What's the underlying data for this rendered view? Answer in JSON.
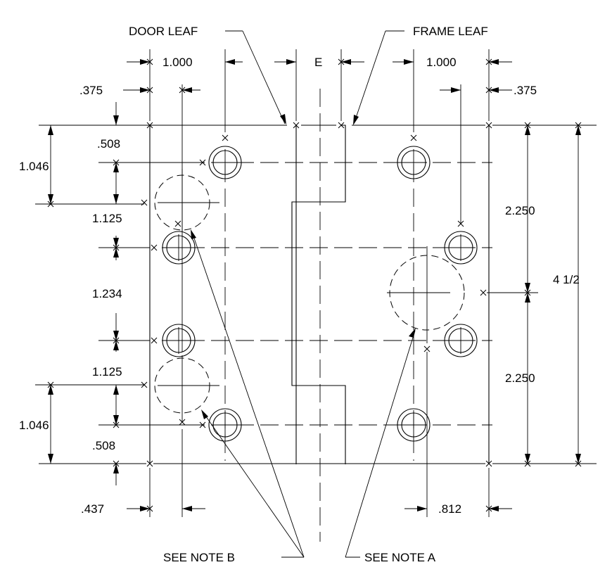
{
  "labels": {
    "door_leaf": "DOOR LEAF",
    "frame_leaf": "FRAME LEAF",
    "gap": "E",
    "note_a": "SEE NOTE A",
    "note_b": "SEE NOTE B"
  },
  "dimensions": {
    "door_top_width": "1.000",
    "frame_top_width": "1.000",
    "door_top_offset": ".375",
    "frame_top_offset": ".375",
    "door_left_top_edge": "1.046",
    "door_left_top_hole": ".508",
    "door_left_upper_slot": "1.125",
    "door_left_middle": "1.234",
    "door_left_lower_slot": "1.125",
    "door_left_bottom_edge": "1.046",
    "door_left_bottom_hole": ".508",
    "frame_upper_half": "2.250",
    "frame_lower_half": "2.250",
    "overall_height": "4 1/2",
    "door_bottom_offset": ".437",
    "frame_bottom_offset": ".812"
  }
}
